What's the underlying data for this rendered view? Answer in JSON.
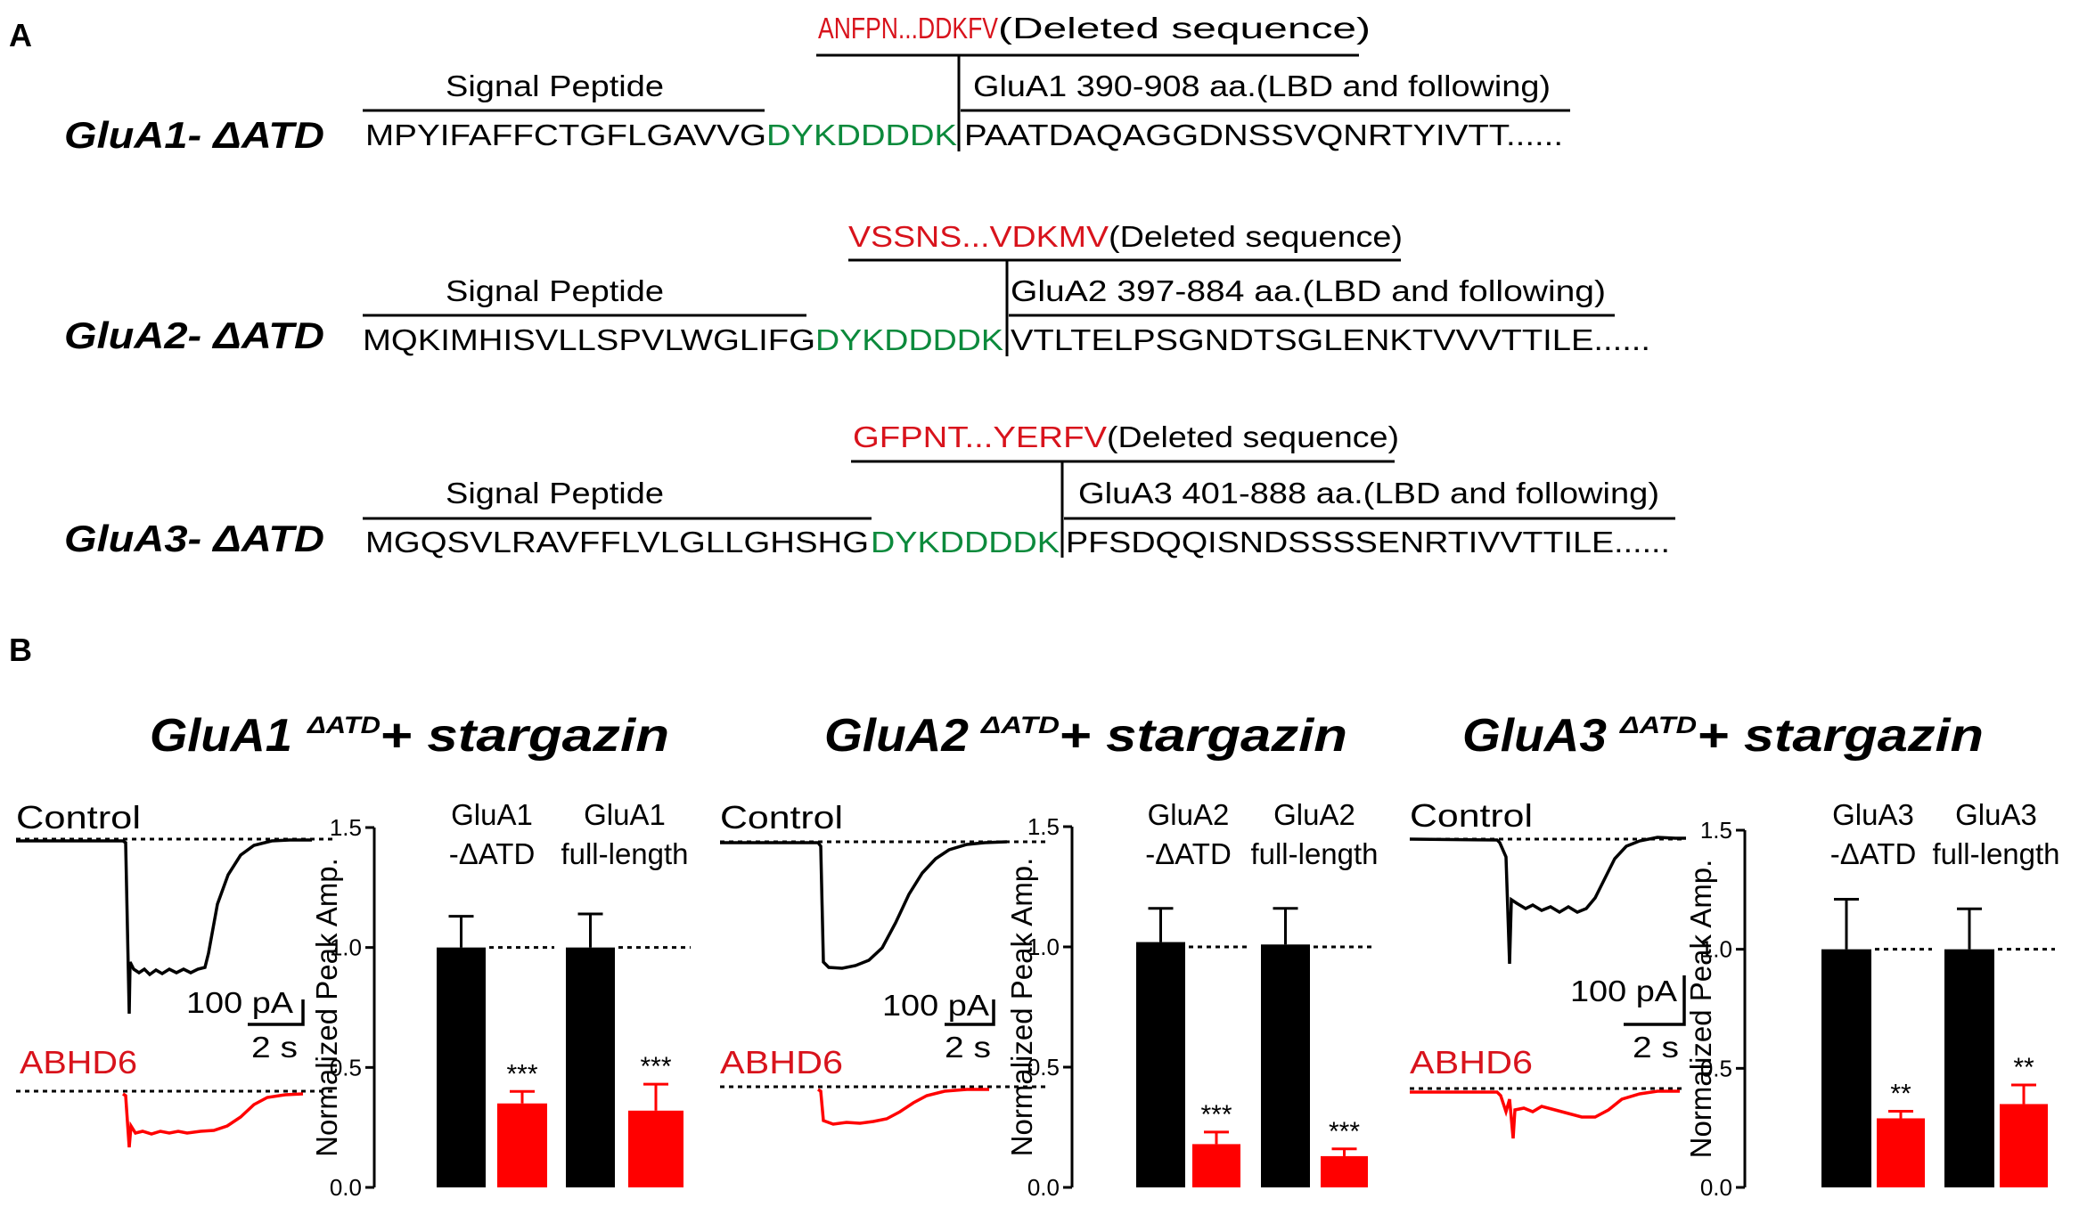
{
  "colors": {
    "black": "#000000",
    "red": "#d8131c",
    "bar_red": "#ff0000",
    "green": "#0c8a3c"
  },
  "panel_a": {
    "label": "A",
    "constructs": [
      {
        "name": "GluA1- ΔATD",
        "deleted_seq": "ANFPN...DDKFV",
        "deleted_note": "(Deleted sequence)",
        "signal_label": "Signal Peptide",
        "lbd_label": "GluA1 390-908 aa.(LBD and following)",
        "signal_seq": "MPYIFAFFCTGFLGAVVG",
        "flag_seq": "DYKDDDDK",
        "lbd_seq": "PAATDAQAGGDNSSVQNRTYIVTT......"
      },
      {
        "name": "GluA2- ΔATD",
        "deleted_seq": "VSSNS...VDKMV",
        "deleted_note": "(Deleted sequence)",
        "signal_label": "Signal Peptide",
        "lbd_label": "GluA2 397-884 aa.(LBD and following)",
        "signal_seq": "MQKIMHISVLLSPVLWGLIFG",
        "flag_seq": "DYKDDDDK",
        "lbd_seq": "VTLTELPSGNDTSGLENKTVVVTTILE......"
      },
      {
        "name": "GluA3- ΔATD",
        "deleted_seq": "GFPNT...YERFV",
        "deleted_note": "(Deleted sequence)",
        "signal_label": "Signal Peptide",
        "lbd_label": "GluA3 401-888 aa.(LBD and following)",
        "signal_seq": "MGQSVLRAVFFLVLGLLGHSHG",
        "flag_seq": "DYKDDDDK",
        "lbd_seq": "PFSDQQISNDSSSSENRTIVVTTILE......"
      }
    ]
  },
  "panel_b": {
    "label": "B",
    "control_label": "Control",
    "abhd6_label": "ABHD6",
    "scale_current": "100 pA",
    "scale_time": "2 s",
    "ylabel": "Normalized Peak Amp."
  },
  "chart_data": [
    {
      "type": "bar",
      "title_main": "GluA1",
      "title_sup": "ΔATD",
      "title_rest": " + stargazin",
      "groups": [
        {
          "label_line1": "GluA1",
          "label_line2": "-ΔATD"
        },
        {
          "label_line1": "GluA1",
          "label_line2": "full-length"
        }
      ],
      "series": [
        {
          "values": [
            1.0,
            1.0
          ],
          "errors": [
            0.13,
            0.14
          ]
        },
        {
          "values": [
            0.35,
            0.32
          ],
          "errors": [
            0.05,
            0.11
          ]
        }
      ],
      "significance": [
        "***",
        "***"
      ],
      "reference_line": 1.0,
      "ylabel": "Normalized Peak Amp.",
      "yticks": [
        "0.0",
        "0.5",
        "1.0",
        "1.5"
      ],
      "ylim": [
        0,
        1.5
      ]
    },
    {
      "type": "bar",
      "title_main": "GluA2",
      "title_sup": "ΔATD",
      "title_rest": " + stargazin",
      "groups": [
        {
          "label_line1": "GluA2",
          "label_line2": "-ΔATD"
        },
        {
          "label_line1": "GluA2",
          "label_line2": "full-length"
        }
      ],
      "series": [
        {
          "values": [
            1.02,
            1.01
          ],
          "errors": [
            0.14,
            0.15
          ]
        },
        {
          "values": [
            0.18,
            0.13
          ],
          "errors": [
            0.05,
            0.03
          ]
        }
      ],
      "significance": [
        "***",
        "***"
      ],
      "reference_line": 1.0,
      "ylabel": "Normalized Peak Amp.",
      "yticks": [
        "0.0",
        "0.5",
        "1.0",
        "1.5"
      ],
      "ylim": [
        0,
        1.5
      ]
    },
    {
      "type": "bar",
      "title_main": "GluA3",
      "title_sup": "ΔATD",
      "title_rest": " + stargazin",
      "groups": [
        {
          "label_line1": "GluA3",
          "label_line2": "-ΔATD"
        },
        {
          "label_line1": "GluA3",
          "label_line2": "full-length"
        }
      ],
      "series": [
        {
          "values": [
            1.0,
            1.0
          ],
          "errors": [
            0.21,
            0.17
          ]
        },
        {
          "values": [
            0.29,
            0.35
          ],
          "errors": [
            0.03,
            0.08
          ]
        }
      ],
      "significance": [
        "**",
        "**"
      ],
      "reference_line": 1.0,
      "ylabel": "Normalized Peak Amp.",
      "yticks": [
        "0.0",
        "0.5",
        "1.0",
        "1.5"
      ],
      "ylim": [
        0,
        1.5
      ]
    }
  ]
}
